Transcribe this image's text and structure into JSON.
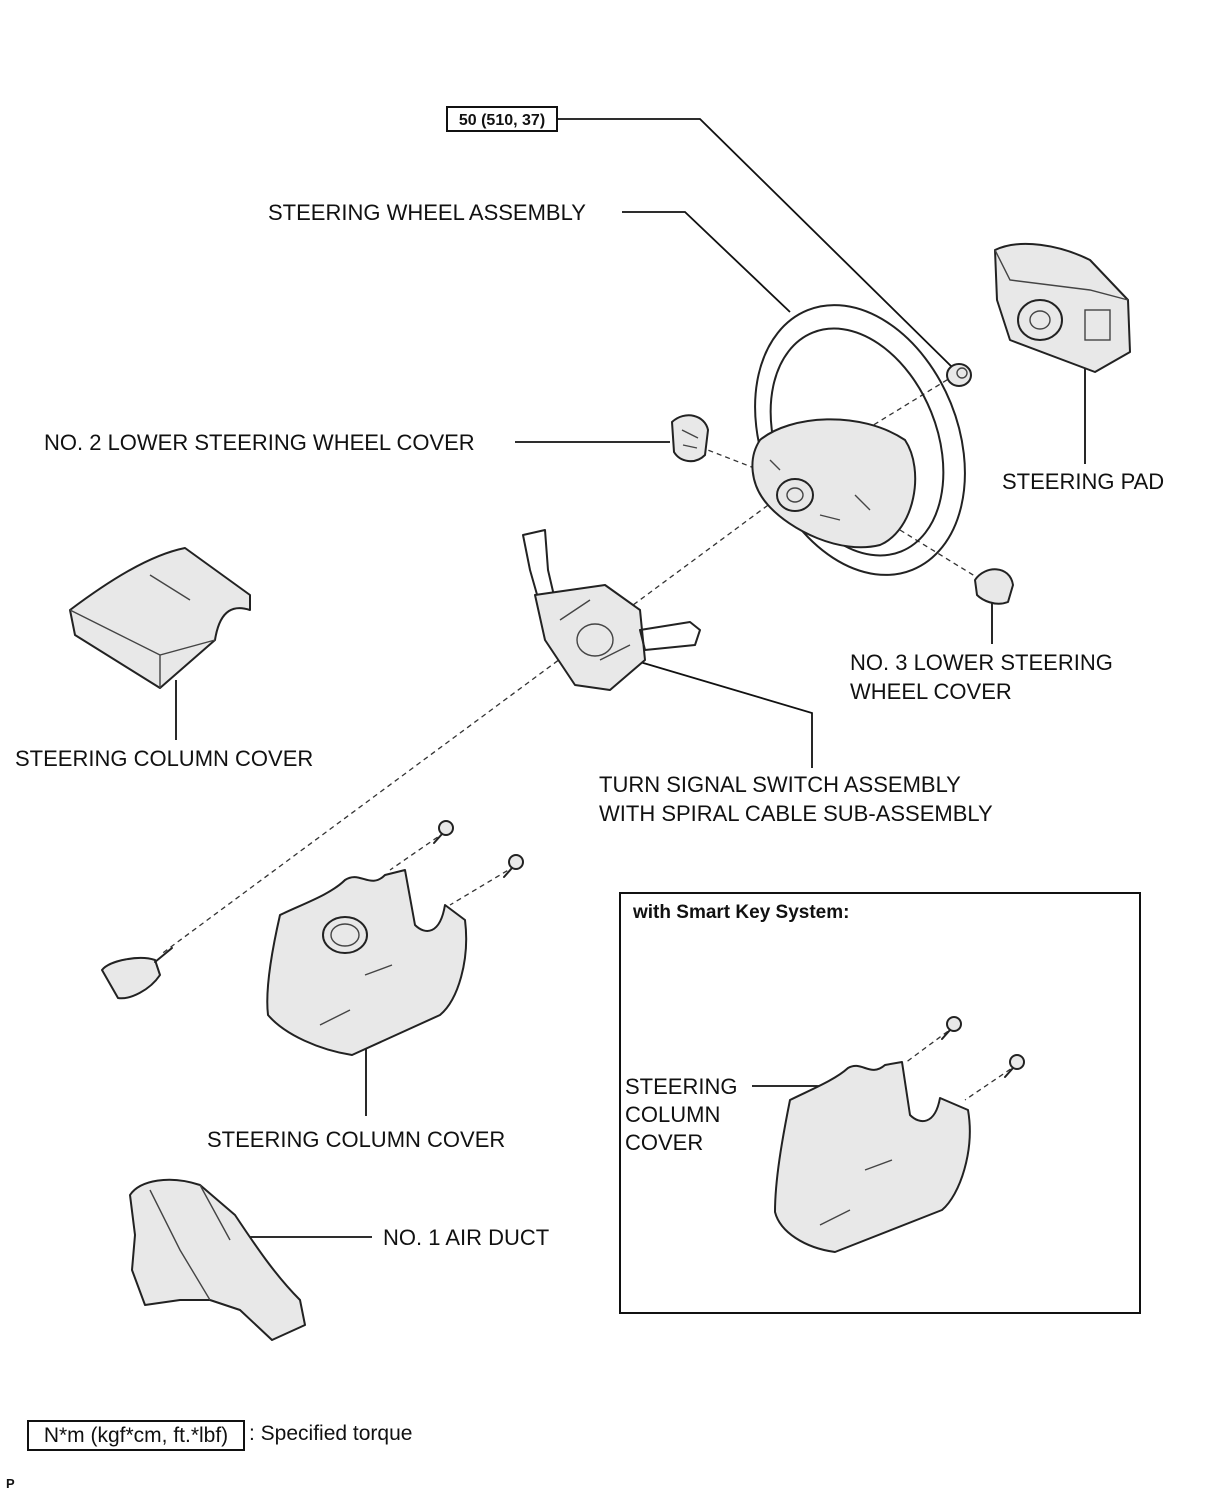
{
  "torque_spec": "50 (510, 37)",
  "labels": {
    "steering_wheel_assembly": "STEERING WHEEL ASSEMBLY",
    "steering_pad": "STEERING PAD",
    "no2_lower_cover": "NO. 2 LOWER STEERING WHEEL COVER",
    "no3_lower_cover_line1": "NO. 3 LOWER STEERING",
    "no3_lower_cover_line2": "WHEEL COVER",
    "steering_column_cover_upper": "STEERING COLUMN COVER",
    "turn_signal_line1": "TURN SIGNAL SWITCH ASSEMBLY",
    "turn_signal_line2": "WITH SPIRAL CABLE SUB-ASSEMBLY",
    "steering_column_cover_lower": "STEERING COLUMN COVER",
    "no1_air_duct": "NO. 1 AIR DUCT"
  },
  "inset": {
    "title": "with Smart Key System:",
    "label_line1": "STEERING",
    "label_line2": "COLUMN",
    "label_line3": "COVER"
  },
  "legend": {
    "unit_box": "N*m (kgf*cm, ft.*lbf)",
    "description": ": Specified torque"
  },
  "corner_mark": "P"
}
